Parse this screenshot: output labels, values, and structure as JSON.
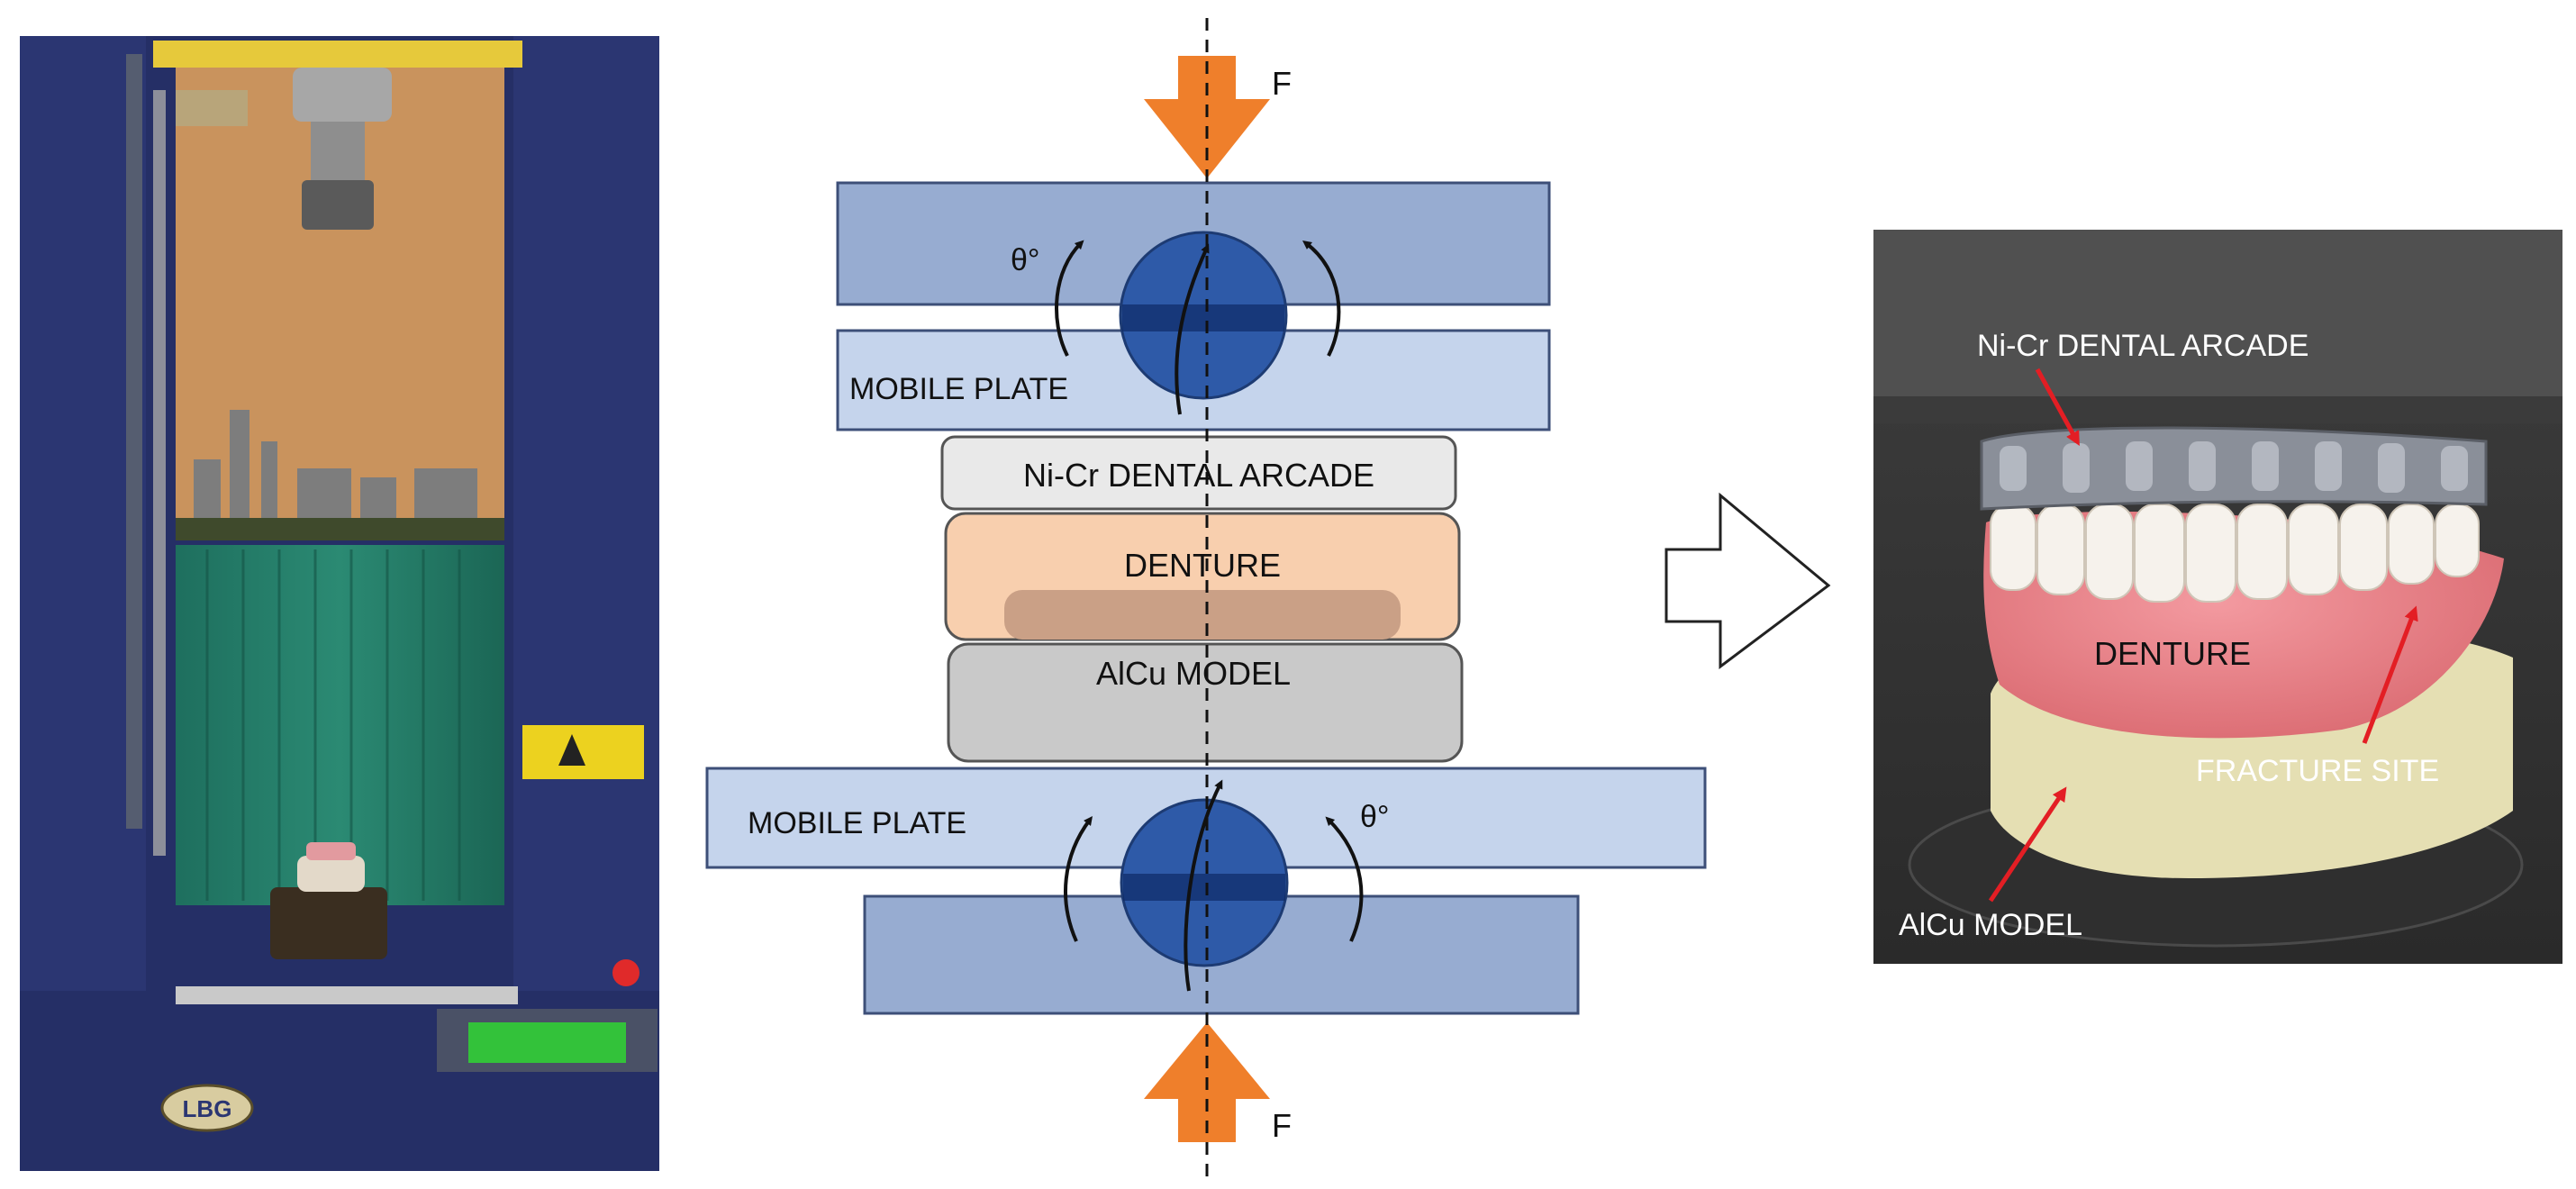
{
  "labels": {
    "force_top": "F",
    "force_bottom": "F",
    "theta_top": "θ°",
    "theta_bottom": "θ°",
    "mobile_plate_top": "MOBILE PLATE",
    "mobile_plate_bottom": "MOBILE PLATE",
    "arcade": "Ni-Cr DENTAL ARCADE",
    "denture": "DENTURE",
    "model": "AlCu MODEL"
  },
  "photo_machine": {
    "brand": "LBG"
  },
  "photo_result": {
    "arcade": "Ni-Cr DENTAL ARCADE",
    "denture": "DENTURE",
    "fracture": "FRACTURE SITE",
    "model": "AlCu MODEL"
  },
  "colors": {
    "plate_dark": "#97acd1",
    "plate_light": "#c5d4ec",
    "plate_stroke": "#3d4f78",
    "hinge": "#2e5aa8",
    "hinge_dark": "#0e2a66",
    "arcade_fill": "#e9e9e9",
    "denture_fill": "#f8cfae",
    "denture_inner": "#caa086",
    "model_fill": "#c9c9c9",
    "force_arrow": "#ef7f2b",
    "annotation_red": "#e31e24",
    "machine_frame": "#252f66"
  }
}
